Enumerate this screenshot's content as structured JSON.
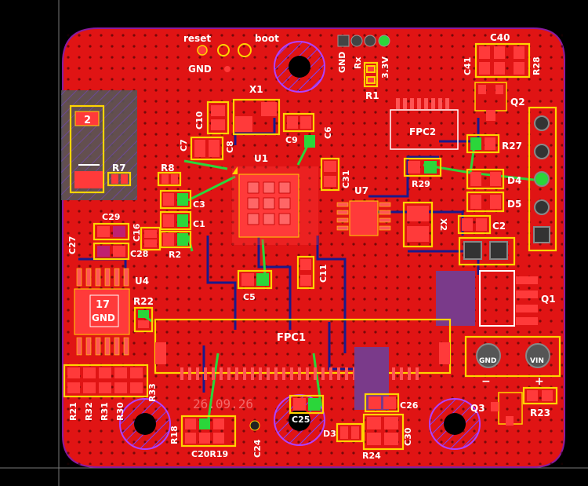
{
  "labels": {
    "reset": "reset",
    "boot": "boot",
    "gnd_top": "GND",
    "gnd_hdr": "GND",
    "rx": "Rx",
    "v33": "3.3V",
    "r1": "R1",
    "x1": "X1",
    "c10": "C10",
    "c9": "C9",
    "c6": "C6",
    "c7": "C7",
    "c8": "C8",
    "u1": "U1",
    "c31": "C31",
    "c3": "C3",
    "c1": "C1",
    "r2": "R2",
    "r7": "R7",
    "r8": "R8",
    "pad2": "2",
    "c29": "C29",
    "c27": "C27",
    "c16": "C16",
    "c28": "C28",
    "u4": "U4",
    "pad17": "17",
    "gnd_u4": "GND",
    "r22": "R22",
    "r21": "R21",
    "r32": "R32",
    "r31": "R31",
    "r30": "R30",
    "r33": "R33",
    "c5": "C5",
    "c11": "C11",
    "u7": "U7",
    "x2": "X2",
    "fpc2": "FPC2",
    "r29": "R29",
    "r27": "R27",
    "c40": "C40",
    "c41": "C41",
    "r28": "R28",
    "q2": "Q2",
    "d4": "D4",
    "d5": "D5",
    "c2": "C2",
    "q1": "Q1",
    "fpc1": "FPC1",
    "gnd_term": "GND",
    "vin_term": "VIN",
    "minus": "−",
    "plus": "+",
    "c26": "C26",
    "c25": "C25",
    "c30": "C30",
    "d3": "D3",
    "r24": "R24",
    "q3": "Q3",
    "r23": "R23",
    "r18": "R18",
    "c20r19": "C20R19",
    "c24": "C24",
    "date": "26.09.26"
  },
  "colors": {
    "board": "#e01414",
    "copper_light": "#ff3b3b",
    "silkscreen": "#ffd400",
    "via_green": "#2bd63a",
    "trace_blue": "#1a1a8c",
    "outline": "#8a1aa0"
  }
}
